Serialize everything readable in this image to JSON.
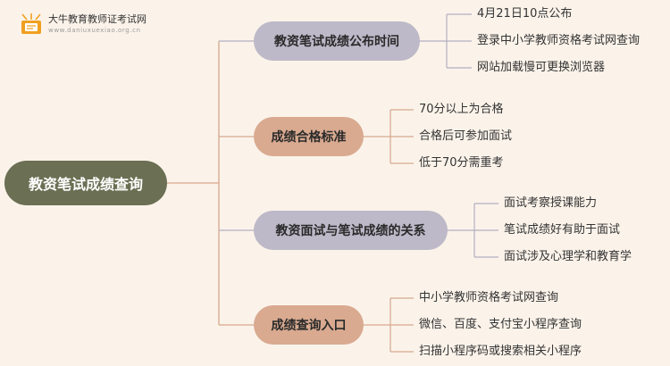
{
  "logo": {
    "title": "大牛教育教师证考试网",
    "url": "www.daniuxuexiao.org.cn"
  },
  "root": {
    "label": "教资笔试成绩查询"
  },
  "branches": [
    {
      "label": "教资笔试成绩公布时间",
      "leaves": [
        "4月21日10点公布",
        "登录中小学教师资格考试网查询",
        "网站加载慢可更换浏览器"
      ]
    },
    {
      "label": "成绩合格标准",
      "leaves": [
        "70分以上为合格",
        "合格后可参加面试",
        "低于70分需重考"
      ]
    },
    {
      "label": "教资面试与笔试成绩的关系",
      "leaves": [
        "面试考察授课能力",
        "笔试成绩好有助于面试",
        "面试涉及心理学和教育学"
      ]
    },
    {
      "label": "成绩查询入口",
      "leaves": [
        "中小学教师资格考试网查询",
        "微信、百度、支付宝小程序查询",
        "扫描小程序码或搜索相关小程序"
      ]
    }
  ],
  "colors": {
    "background": "#fbf3ea",
    "root": "#6b6f53",
    "branch_lavender": "#bdb9c8",
    "branch_peach": "#d9aa90",
    "connector_lavender": "#b3afc0",
    "connector_peach": "#d6a78d",
    "logo_book": "#f0a020"
  }
}
